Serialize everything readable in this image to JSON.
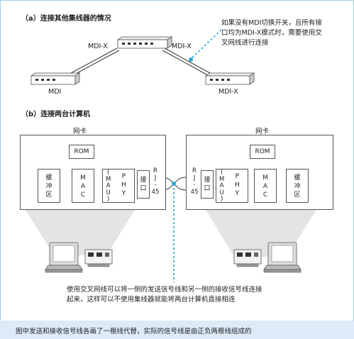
{
  "section_a": {
    "title": "（a）连接其他集线器的情况",
    "hub_labels": {
      "top": "MDI-X",
      "right": "MDI-X",
      "left_bottom": "MDI",
      "right_bottom": "MDI-X"
    },
    "note_lines": [
      "如果没有MDI切换开关，且所有接",
      "口均为MDI-X模式时，需要使用交",
      "叉网线进行连接"
    ]
  },
  "section_b": {
    "title": "（b）连接两台计算机",
    "left_nic": {
      "title": "网卡",
      "rom": "ROM",
      "buffer": [
        "缓",
        "冲",
        "区"
      ],
      "mac": [
        "M",
        "A",
        "C"
      ],
      "mau": [
        "(",
        "M",
        "A",
        "U",
        ")"
      ],
      "phy": [
        "P",
        "H",
        "Y"
      ],
      "port": [
        "接",
        "口"
      ],
      "rj45": [
        "R",
        "J",
        "-",
        "45"
      ]
    },
    "right_nic": {
      "title": "网卡",
      "rom": "ROM",
      "buffer": [
        "缓",
        "冲",
        "区"
      ],
      "mac": [
        "M",
        "A",
        "C"
      ],
      "mau": [
        "(",
        "M",
        "A",
        "U",
        ")"
      ],
      "phy": [
        "P",
        "H",
        "Y"
      ],
      "port": [
        "接",
        "口"
      ],
      "rj45": [
        "R",
        "J",
        "-",
        "45"
      ]
    },
    "note_lines": [
      "使用交叉网线可以将一侧的发送信号线和另一侧的接收信号线连接",
      "起来，这样可以不使用集线器就能将两台计算机直接相连"
    ]
  },
  "footer": "图中发送和接收信号线各画了一根线代替，实际的信号线是由正负两根线组成的",
  "colors": {
    "accent": "#2aa7d8",
    "footer_bg": "#dcebf7",
    "frame": "#9ccfe0",
    "projection": "#d8d8d8"
  }
}
